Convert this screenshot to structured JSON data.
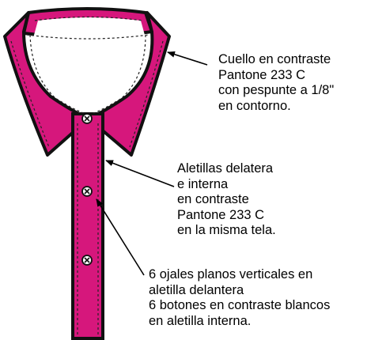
{
  "colors": {
    "fabric": "#d6177c",
    "outline": "#111111",
    "inside": "#ffffff",
    "text": "#000000"
  },
  "callouts": {
    "collar": {
      "lines": [
        "Cuello en contraste",
        "Pantone 233 C",
        "con pespunte a 1/8\"",
        "en contorno."
      ]
    },
    "placket": {
      "lines": [
        "Aletillas delatera",
        "e interna",
        "en contraste",
        "Pantone 233 C",
        "en la misma tela."
      ]
    },
    "buttons": {
      "lines": [
        "6 ojales planos verticales en",
        "aletilla delantera",
        "6 botones en contraste blancos",
        "en aletilla interna."
      ]
    }
  },
  "icons": {
    "button": "x-button-icon",
    "arrow": "arrowhead-icon"
  }
}
